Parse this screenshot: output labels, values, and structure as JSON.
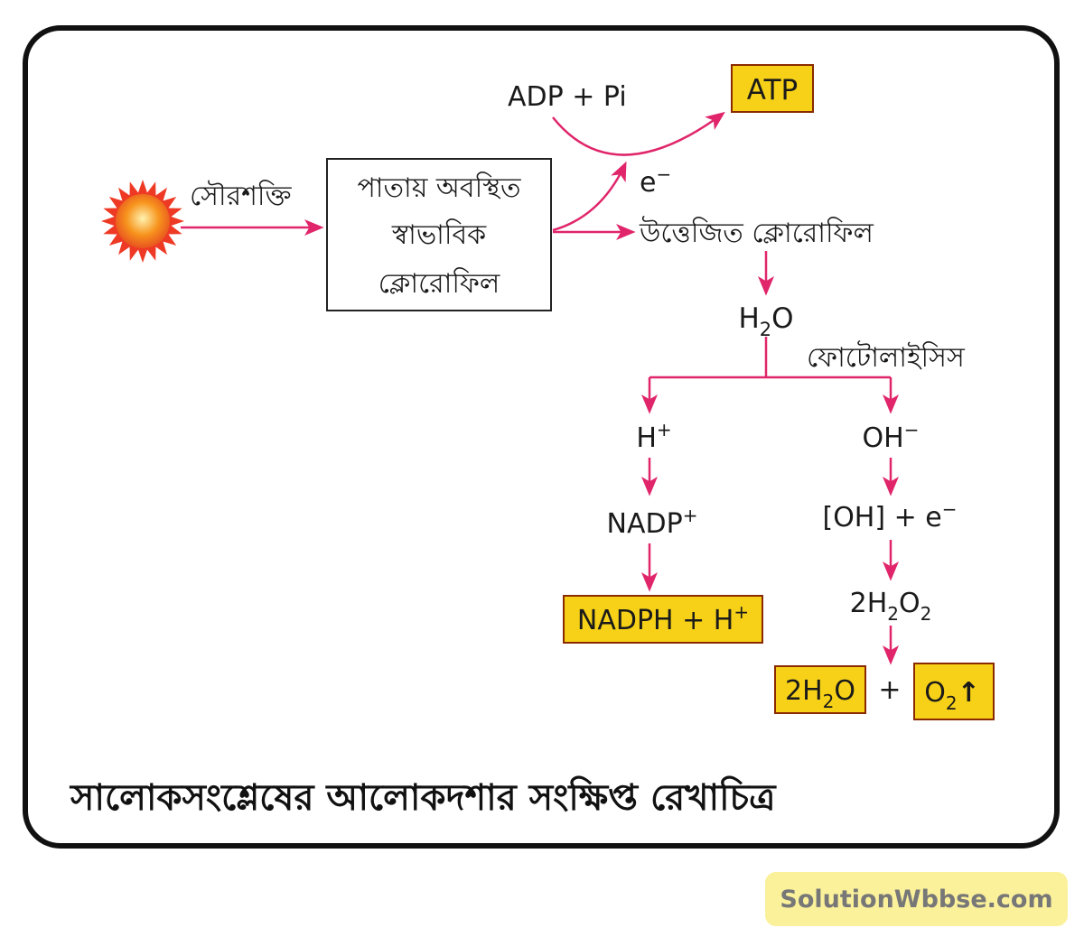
{
  "colors": {
    "arrow": "#e0256a",
    "highlight_box": "#f7d117",
    "sun_core": "#f7941d",
    "sun_rays": "#ee3a24",
    "watermark_bg": "#fbf19b"
  },
  "diagram": {
    "energy_label": "সৌরশক্তি",
    "chlorophyll_box": {
      "line1": "পাতায় অবস্থিত",
      "line2": "স্বাভাবিক",
      "line3": "ক্লোরোফিল"
    },
    "adp_pi": "ADP + Pi",
    "atp": "ATP",
    "electron": "e",
    "electron_sup": "−",
    "excited_chlorophyll": "উত্তেজিত ক্লোরোফিল",
    "water": {
      "a": "H",
      "sub": "2",
      "b": "O"
    },
    "photolysis": "ফোটোলাইসিস",
    "h_ion": {
      "base": "H",
      "sup": "+"
    },
    "oh_ion": {
      "base": "OH",
      "sup": "−"
    },
    "nadp": {
      "base": "NADP",
      "sup": "+"
    },
    "oh_radical": {
      "base": "[OH] + e",
      "sup": "−"
    },
    "nadph": {
      "base": "NADPH + H",
      "sup": "+"
    },
    "h2o2": {
      "a": "2H",
      "sub1": "2",
      "b": "O",
      "sub2": "2"
    },
    "water_product": {
      "a": "2H",
      "sub": "2",
      "b": "O"
    },
    "plus": "+",
    "oxygen": {
      "a": "O",
      "sub": "2",
      "arrow": "↑"
    }
  },
  "caption": "সালোকসংশ্লেষের আলোকদশার সংক্ষিপ্ত রেখাচিত্র",
  "watermark": "SolutionWbbse.com"
}
